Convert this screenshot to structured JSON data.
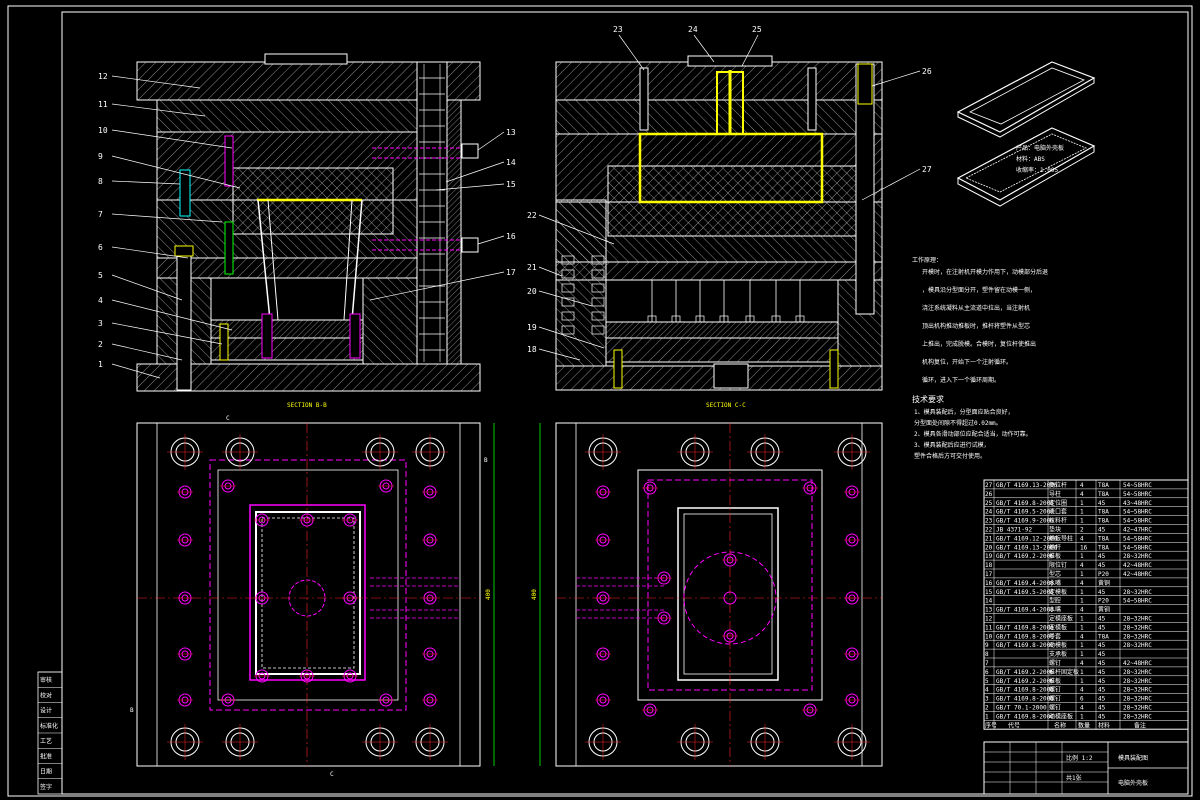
{
  "colors": {
    "background": "#000000",
    "line": "#ffffff",
    "hatch": "#bfbfbf",
    "feature": "#ff00ff",
    "highlight": "#ffff00",
    "dimension": "#00ff00",
    "centerline": "#ff2020"
  },
  "views": {
    "section_b_label": "SECTION B-B",
    "section_c_label": "SECTION C-C",
    "section_marks": [
      "C",
      "B",
      "B",
      "C"
    ],
    "dim_400": "400"
  },
  "part_numbers_left": [
    "12",
    "11",
    "10",
    "9",
    "8",
    "7",
    "6",
    "5",
    "4",
    "3",
    "2",
    "1"
  ],
  "part_numbers_right_side": [
    "13",
    "14",
    "15",
    "16",
    "17"
  ],
  "part_numbers_c": [
    "23",
    "24",
    "25",
    "26",
    "27",
    "22",
    "21",
    "20",
    "19",
    "18"
  ],
  "product_notes": {
    "line1": "产品：电脑外壳板",
    "line2": "材料：ABS",
    "line3": "收缩率：1.005"
  },
  "work_process": {
    "title": "工作原理：",
    "lines": [
      "开模时，在注射机开模力作用下，动模部分后退",
      "，模具沿分型面分开，塑件留在动模一侧，",
      "浇注系统凝料从主流道中拉出，当注射机",
      "顶出机构推动推板时，推杆将塑件从型芯",
      "上推出，完成脱模。合模时，复位杆使推出",
      "机构复位，开始下一个注射循环。"
    ],
    "tail": "循环，进入下一个循环周期。"
  },
  "tech_requirements": {
    "title": "技术要求",
    "lines": [
      "1、模具装配后，分型面应贴合良好，",
      "分型面处间隙不得超过0.02mm。",
      "2、模具各滑动部位应配合适当，动作可靠。",
      "3、模具装配后应进行试模，",
      "塑件合格后方可交付使用。"
    ]
  },
  "bom": {
    "rows": [
      {
        "no": "27",
        "std": "GB/T 4169.13-2006",
        "name": "复位杆",
        "qty": "4",
        "mat": "T8A",
        "note": "54~58HRC"
      },
      {
        "no": "26",
        "std": "",
        "name": "导柱",
        "qty": "4",
        "mat": "T8A",
        "note": "54~58HRC"
      },
      {
        "no": "25",
        "std": "GB/T 4169.8-2006",
        "name": "定位圈",
        "qty": "1",
        "mat": "45",
        "note": "43~48HRC"
      },
      {
        "no": "24",
        "std": "GB/T 4169.5-2006",
        "name": "浇口套",
        "qty": "1",
        "mat": "T8A",
        "note": "54~58HRC"
      },
      {
        "no": "23",
        "std": "GB/T 4169.9-2006",
        "name": "拉料杆",
        "qty": "1",
        "mat": "T8A",
        "note": "54~58HRC"
      },
      {
        "no": "22",
        "std": "JB 4371-92",
        "name": "垫块",
        "qty": "2",
        "mat": "45",
        "note": "42~47HRC"
      },
      {
        "no": "21",
        "std": "GB/T 4169.12-2006",
        "name": "推板导柱",
        "qty": "4",
        "mat": "T8A",
        "note": "54~58HRC"
      },
      {
        "no": "20",
        "std": "GB/T 4169.13-2006",
        "name": "推杆",
        "qty": "16",
        "mat": "T8A",
        "note": "54~58HRC"
      },
      {
        "no": "19",
        "std": "GB/T 4169.2-2006",
        "name": "推板",
        "qty": "1",
        "mat": "45",
        "note": "28~32HRC"
      },
      {
        "no": "18",
        "std": "",
        "name": "限位钉",
        "qty": "4",
        "mat": "45",
        "note": "42~48HRC"
      },
      {
        "no": "17",
        "std": "",
        "name": "型芯",
        "qty": "1",
        "mat": "P20",
        "note": "42~48HRC"
      },
      {
        "no": "16",
        "std": "GB/T 4169.4-2006",
        "name": "水嘴",
        "qty": "4",
        "mat": "黄铜",
        "note": ""
      },
      {
        "no": "15",
        "std": "GB/T 4169.5-2006",
        "name": "定模板",
        "qty": "1",
        "mat": "45",
        "note": "28~32HRC"
      },
      {
        "no": "14",
        "std": "",
        "name": "型腔",
        "qty": "1",
        "mat": "P20",
        "note": "54~58HRC"
      },
      {
        "no": "13",
        "std": "GB/T 4169.4-2006",
        "name": "水嘴",
        "qty": "4",
        "mat": "黄铜",
        "note": ""
      },
      {
        "no": "12",
        "std": "",
        "name": "定模座板",
        "qty": "1",
        "mat": "45",
        "note": "28~32HRC"
      },
      {
        "no": "11",
        "std": "GB/T 4169.8-2006",
        "name": "定模板",
        "qty": "1",
        "mat": "45",
        "note": "28~32HRC"
      },
      {
        "no": "10",
        "std": "GB/T 4169.8-2006",
        "name": "导套",
        "qty": "4",
        "mat": "T8A",
        "note": "28~32HRC"
      },
      {
        "no": "9",
        "std": "GB/T 4169.8-2006",
        "name": "动模板",
        "qty": "1",
        "mat": "45",
        "note": "28~32HRC"
      },
      {
        "no": "8",
        "std": "",
        "name": "支承板",
        "qty": "1",
        "mat": "45",
        "note": ""
      },
      {
        "no": "7",
        "std": "",
        "name": "螺钉",
        "qty": "4",
        "mat": "45",
        "note": "42~48HRC"
      },
      {
        "no": "6",
        "std": "GB/T 4169.2-2006",
        "name": "推杆固定板",
        "qty": "1",
        "mat": "45",
        "note": "28~32HRC"
      },
      {
        "no": "5",
        "std": "GB/T 4169.2-2006",
        "name": "推板",
        "qty": "1",
        "mat": "45",
        "note": "28~32HRC"
      },
      {
        "no": "4",
        "std": "GB/T 4169.8-2006",
        "name": "螺钉",
        "qty": "4",
        "mat": "45",
        "note": "28~32HRC"
      },
      {
        "no": "3",
        "std": "GB/T 4169.8-2006",
        "name": "螺钉",
        "qty": "6",
        "mat": "45",
        "note": "28~32HRC"
      },
      {
        "no": "2",
        "std": "GB/T 70.1-2000",
        "name": "螺钉",
        "qty": "4",
        "mat": "45",
        "note": "28~32HRC"
      },
      {
        "no": "1",
        "std": "GB/T 4169.8-2006",
        "name": "动模座板",
        "qty": "1",
        "mat": "45",
        "note": "28~32HRC"
      }
    ],
    "header": {
      "no": "序号",
      "std": "代号",
      "name": "名称",
      "qty": "数量",
      "mat": "材料",
      "note": "备注"
    }
  },
  "title_block": {
    "drawing_title": "模具装配图",
    "part_name": "电脑外壳板",
    "scale_label": "比例 1:2",
    "rev_label": "共1张"
  },
  "left_strip": [
    "审核",
    "校对",
    "设计",
    "标准化",
    "工艺",
    "批准",
    "日期",
    "签字"
  ]
}
